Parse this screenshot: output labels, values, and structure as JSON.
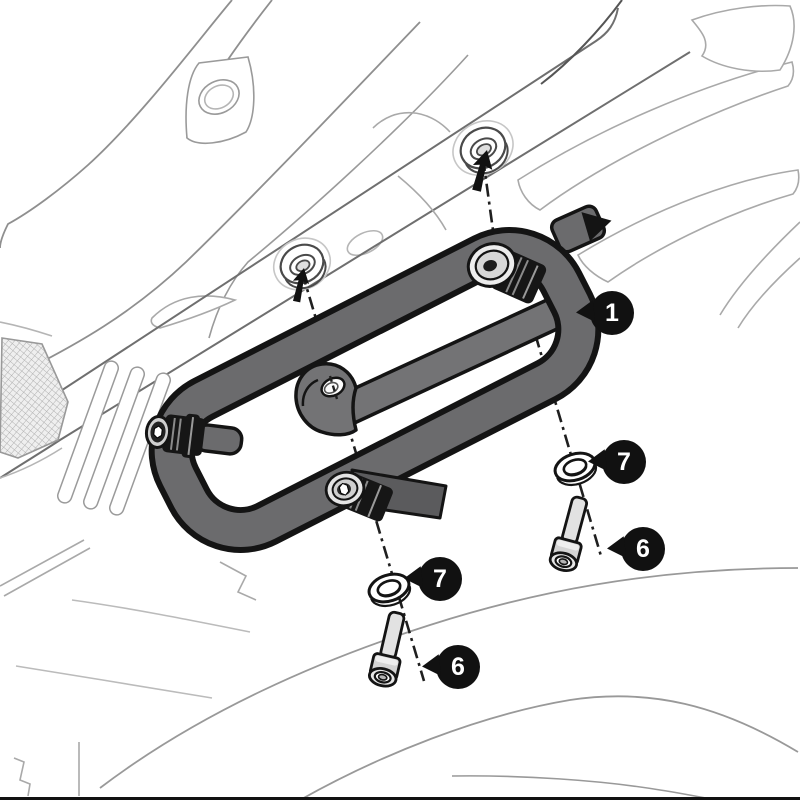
{
  "figure": {
    "description": "Motorcycle side-carrier mounting bracket installation diagram",
    "callouts": [
      {
        "label": "1",
        "part": "side-carrier-frame"
      },
      {
        "label": "7",
        "part": "washer-upper-right"
      },
      {
        "label": "6",
        "part": "socket-bolt-lower-right"
      },
      {
        "label": "7",
        "part": "washer-center"
      },
      {
        "label": "6",
        "part": "socket-bolt-bottom"
      }
    ],
    "icons": [
      {
        "name": "up-arrow",
        "meaning": "insertion direction into grommet",
        "count": 2
      }
    ],
    "colors": {
      "background": "#ffffff",
      "carrier_fill": "#6b6b6d",
      "strap_fill": "#737375",
      "outline_ink": "#141414",
      "bodywork_line": "#a9a9a9",
      "rail_line": "#6f6f6f",
      "hardware_fill": "#e2e2e2",
      "callout_bg": "#111111",
      "callout_text": "#ffffff"
    }
  }
}
